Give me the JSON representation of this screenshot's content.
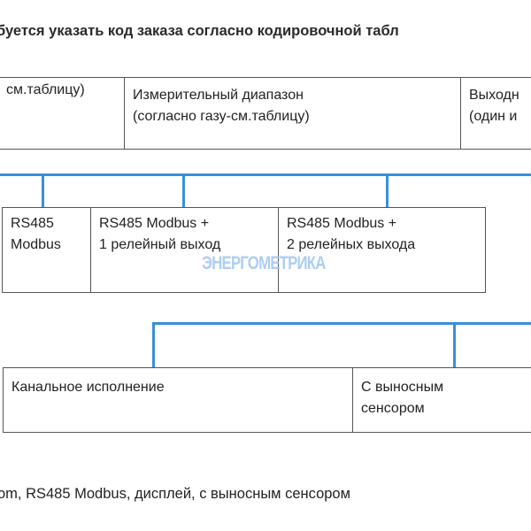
{
  "title": "буется указать код заказа согласно кодировочной табл",
  "row1": [
    "см.таблицу)",
    "Измерительный диапазон\n(согласно газу-см.таблицу)",
    "Выходн\n(один и"
  ],
  "row2": [
    "RS485\nModbus",
    "RS485 Modbus +\n1 релейный выход",
    "RS485 Modbus +\n2 релейных выхода"
  ],
  "row3": [
    "Канальное исполнение",
    "С выносным\nсенсором"
  ],
  "watermark": "ЭНЕРГОМЕТРИКА",
  "footer": "om, RS485 Modbus, дисплей, с выносным сенсором",
  "colors": {
    "connector": "#3a8fd6",
    "border": "#555555",
    "watermark": "#9fc6f0"
  }
}
